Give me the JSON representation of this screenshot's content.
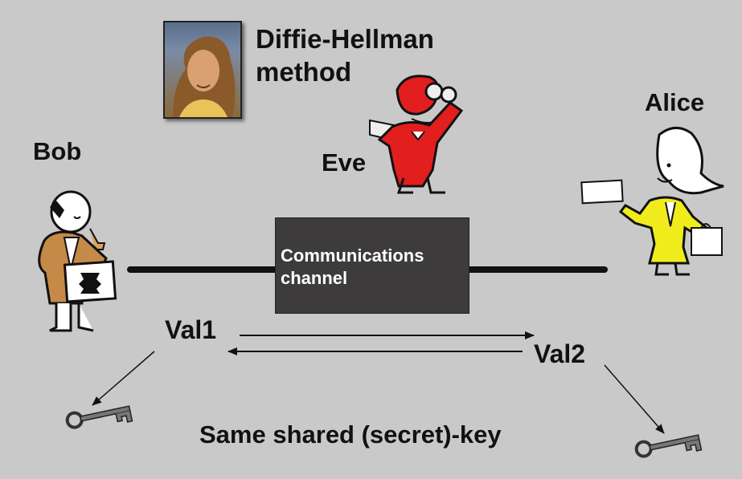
{
  "title": {
    "line1": "Diffie-Hellman",
    "line2": "method"
  },
  "characters": {
    "bob": "Bob",
    "eve": "Eve",
    "alice": "Alice"
  },
  "channel": {
    "line1": "Communications",
    "line2": "channel"
  },
  "values": {
    "val1": "Val1",
    "val2": "Val2"
  },
  "result": "Same shared (secret)-key",
  "icons": [
    "portrait-photo",
    "bob-figure",
    "eve-figure",
    "alice-figure",
    "key-icon"
  ]
}
